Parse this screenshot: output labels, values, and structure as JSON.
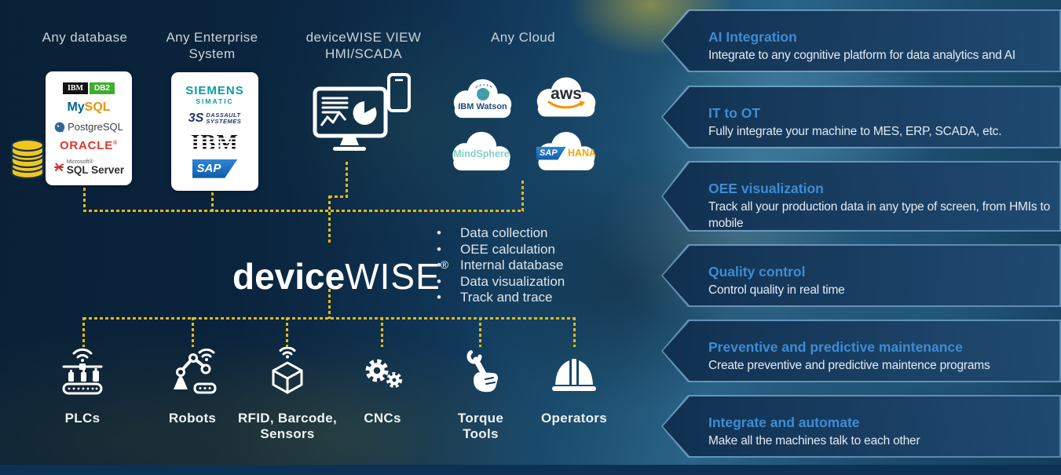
{
  "headers": {
    "database": "Any database",
    "enterprise_l1": "Any Enterprise",
    "enterprise_l2": "System",
    "view_l1": "deviceWISE VIEW",
    "view_l2": "HMI/SCADA",
    "cloud": "Any Cloud"
  },
  "db_card": {
    "ibm": "IBM",
    "db2": "DB2",
    "mysql_my": "My",
    "mysql_sql": "SQL",
    "postgresql": "PostgreSQL",
    "oracle": "ORACLE",
    "ms": "Microsoft®",
    "sqlserver": "SQL Server"
  },
  "ent_card": {
    "siemens": "SIEMENS",
    "simatic": "SIMATIC",
    "ds_mark": "3S",
    "ds_l1": "DASSAULT",
    "ds_l2": "SYSTEMES",
    "ibm": "IBM",
    "sap": "SAP"
  },
  "clouds": {
    "watson": "IBM Watson",
    "aws": "aws",
    "mindsphere": "MindSphere",
    "sap": "SAP",
    "hana": "HANA"
  },
  "logo": {
    "device": "device",
    "wise": "WISE",
    "reg": "®"
  },
  "ui": {
    "bullet": "•"
  },
  "features": [
    "Data collection",
    "OEE calculation",
    "Internal database",
    "Data visualization",
    "Track and trace"
  ],
  "devices": [
    {
      "label": "PLCs"
    },
    {
      "label": "Robots"
    },
    {
      "label": "RFID, Barcode,",
      "label2": "Sensors"
    },
    {
      "label": "CNCs"
    },
    {
      "label": "Torque",
      "label2": "Tools"
    },
    {
      "label": "Operators"
    }
  ],
  "benefits": [
    {
      "title": "AI Integration",
      "desc": "Integrate to any cognitive platform for data analytics and AI"
    },
    {
      "title": "IT to OT",
      "desc": "Fully integrate your machine to MES, ERP, SCADA, etc."
    },
    {
      "title": "OEE visualization",
      "desc": "Track all your production data in any type of screen, from HMIs to mobile"
    },
    {
      "title": "Quality control",
      "desc": "Control quality in real time"
    },
    {
      "title": "Preventive and predictive maintenance",
      "desc": "Create preventive and predictive maintence programs"
    },
    {
      "title": "Integrate and automate",
      "desc": "Make all the machines talk to each other"
    }
  ],
  "colors": {
    "accent_yellow": "#debb14",
    "benefit_title_blue": "#3e8cd4",
    "background_navy": "#0e2d4d",
    "card_white": "#ffffff"
  }
}
